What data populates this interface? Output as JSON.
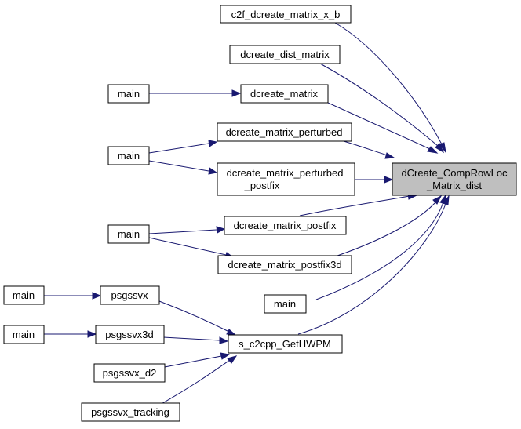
{
  "graph": {
    "target": {
      "line1": "dCreate_CompRowLoc",
      "line2": "_Matrix_dist"
    },
    "callers": {
      "c2f": "c2f_dcreate_matrix_x_b",
      "dist": "dcreate_dist_matrix",
      "dm": "dcreate_matrix",
      "pert": "dcreate_matrix_perturbed",
      "pertpost": {
        "line1": "dcreate_matrix_perturbed",
        "line2": "_postfix"
      },
      "postfix": "dcreate_matrix_postfix",
      "post3d": "dcreate_matrix_postfix3d",
      "main_direct": "main",
      "hwpm": "s_c2cpp_GetHWPM"
    },
    "second_level": {
      "main_a": "main",
      "main_b": "main",
      "main_c": "main",
      "psgssvx": "psgssvx",
      "psgssvx3d": "psgssvx3d",
      "psgssvx_d2": "psgssvx_d2",
      "psgssvx_tracking": "psgssvx_tracking",
      "main_d": "main",
      "main_e": "main"
    },
    "colors": {
      "edge": "#191970",
      "target_fill": "#bfbfbf",
      "node_border": "#000000"
    }
  }
}
